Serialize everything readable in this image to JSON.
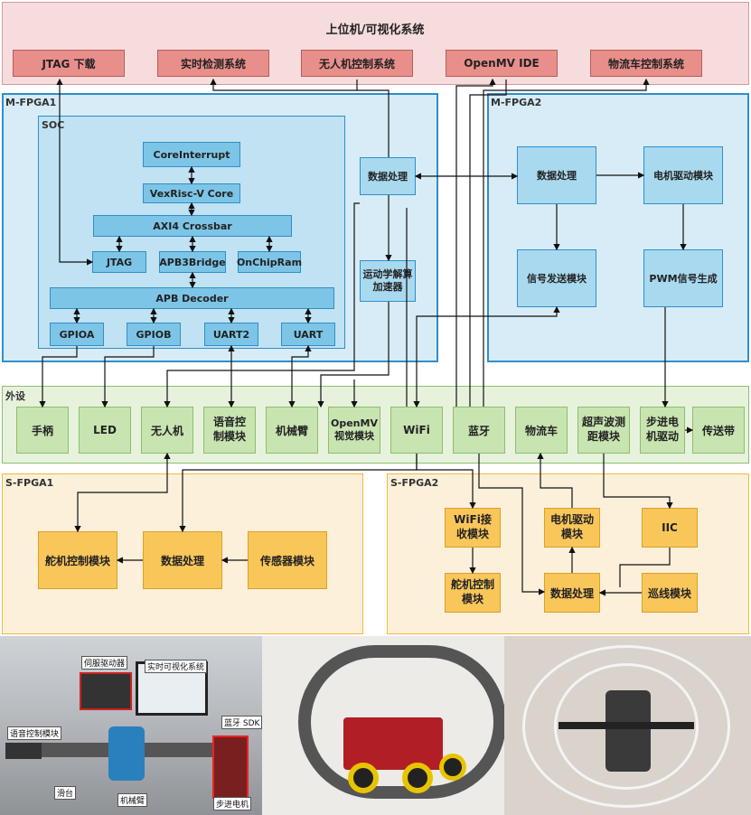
{
  "host": {
    "title": "上位机/可视化系统",
    "items": [
      "JTAG 下载",
      "实时检测系统",
      "无人机控制系统",
      "OpenMV IDE",
      "物流车控制系统"
    ]
  },
  "mfpga1": {
    "label": "M-FPGA1",
    "soc_label": "SOC",
    "core_interrupt": "CoreInterrupt",
    "vexriscv": "VexRisc-V Core",
    "axi": "AXI4 Crossbar",
    "jtag": "JTAG",
    "apb3": "APB3Bridge",
    "onchip": "OnChipRam",
    "apb_decoder": "APB Decoder",
    "gpios": [
      "GPIOA",
      "GPIOB",
      "UART2",
      "UART"
    ],
    "data_proc": "数据处理",
    "accel": "运动学解算加速器"
  },
  "mfpga2": {
    "label": "M-FPGA2",
    "data_proc": "数据处理",
    "motor_drive": "电机驱动模块",
    "signal_send": "信号发送模块",
    "pwm": "PWM信号生成"
  },
  "peripherals": {
    "label": "外设",
    "items": [
      "手柄",
      "LED",
      "无人机",
      "语音控制模块",
      "机械臂",
      "OpenMV视觉模块",
      "WiFi",
      "蓝牙",
      "物流车",
      "超声波测距模块",
      "步进电机驱动",
      "传送带"
    ]
  },
  "sfpga1": {
    "label": "S-FPGA1",
    "servo": "舵机控制模块",
    "data_proc": "数据处理",
    "sensor": "传感器模块"
  },
  "sfpga2": {
    "label": "S-FPGA2",
    "wifi_rx": "WiFi接收模块",
    "motor": "电机驱动模块",
    "iic": "IIC",
    "servo": "舵机控制模块",
    "data_proc": "数据处理",
    "line": "巡线模块"
  },
  "photos": {
    "left_tags": [
      "伺服驱动器",
      "实时可视化系统",
      "语音控制模块",
      "蓝牙 SDK",
      "滑台",
      "机械臂",
      "步进电机"
    ]
  },
  "colors": {
    "host_bg": "#f6dcdc",
    "fpga_blue_bg": "#d7ecf6",
    "peripheral_bg": "#e7f2dc",
    "sfpga_bg": "#fdf0da",
    "arrow": "#111111"
  }
}
